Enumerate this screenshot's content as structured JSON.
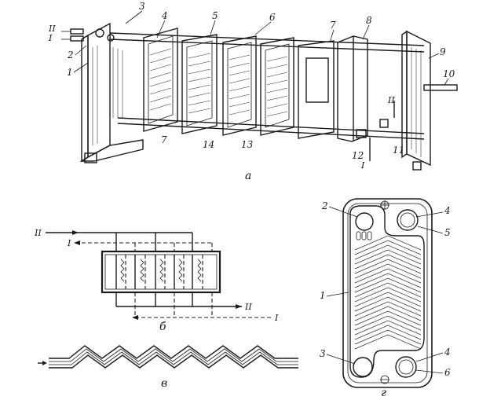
{
  "figure": {
    "view_labels": {
      "a": "а",
      "b": "б",
      "v": "в",
      "g": "г"
    },
    "part_labels_a": [
      "1",
      "2",
      "3",
      "4",
      "5",
      "6",
      "7",
      "8",
      "9",
      "10",
      "11",
      "12",
      "13",
      "14",
      "7"
    ],
    "flow_labels_a": {
      "in_top_II": "II",
      "out_top_I": "I",
      "side_II": "II",
      "bottom_I": "I"
    },
    "flow_labels_b": {
      "top_II": "II",
      "left_I": "I",
      "right_II": "II",
      "right_I": "I"
    },
    "plate_labels_g": [
      "2",
      "4",
      "5",
      "1",
      "3",
      "4",
      "6"
    ]
  }
}
